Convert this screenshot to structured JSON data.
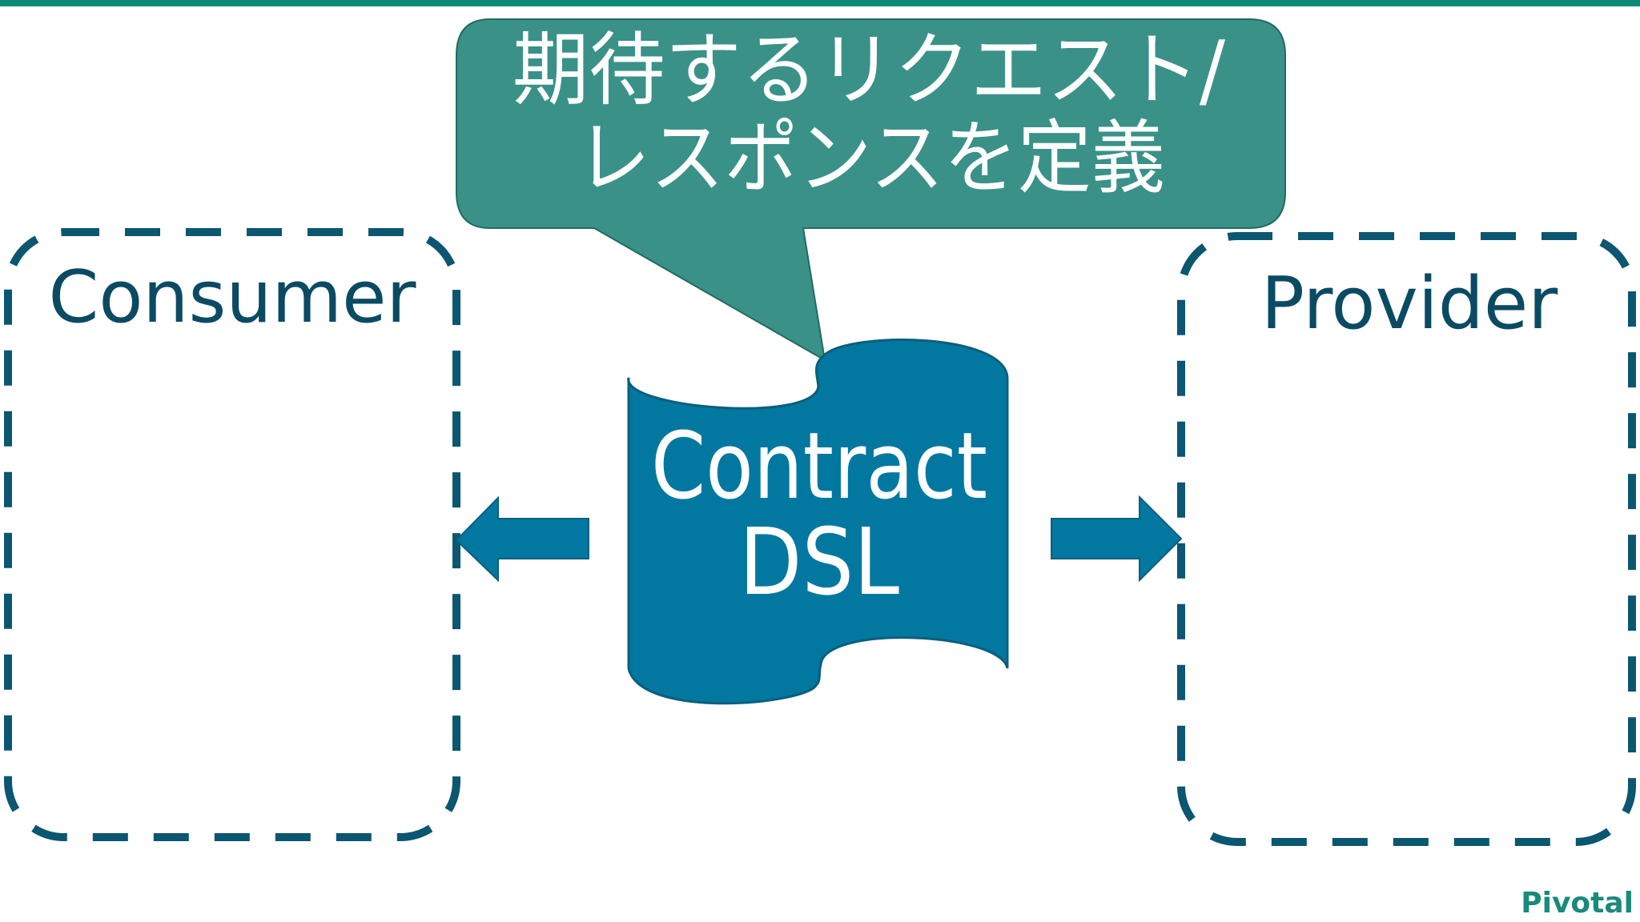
{
  "callout": {
    "line1": "期待するリクエスト/",
    "line2": "レスポンスを定義"
  },
  "consumer": {
    "label": "Consumer"
  },
  "provider": {
    "label": "Provider"
  },
  "contract": {
    "line1": "Contract",
    "line2": "DSL"
  },
  "brand": {
    "label": "Pivotal"
  },
  "colors": {
    "top_bar": "#0f8a7a",
    "callout_fill": "#3a9188",
    "dashed_border": "#0b5670",
    "box_text": "#0b4a63",
    "cylinder_fill": "#0278a0",
    "arrow_fill": "#0278a0",
    "brand": "#1a8a7a"
  }
}
